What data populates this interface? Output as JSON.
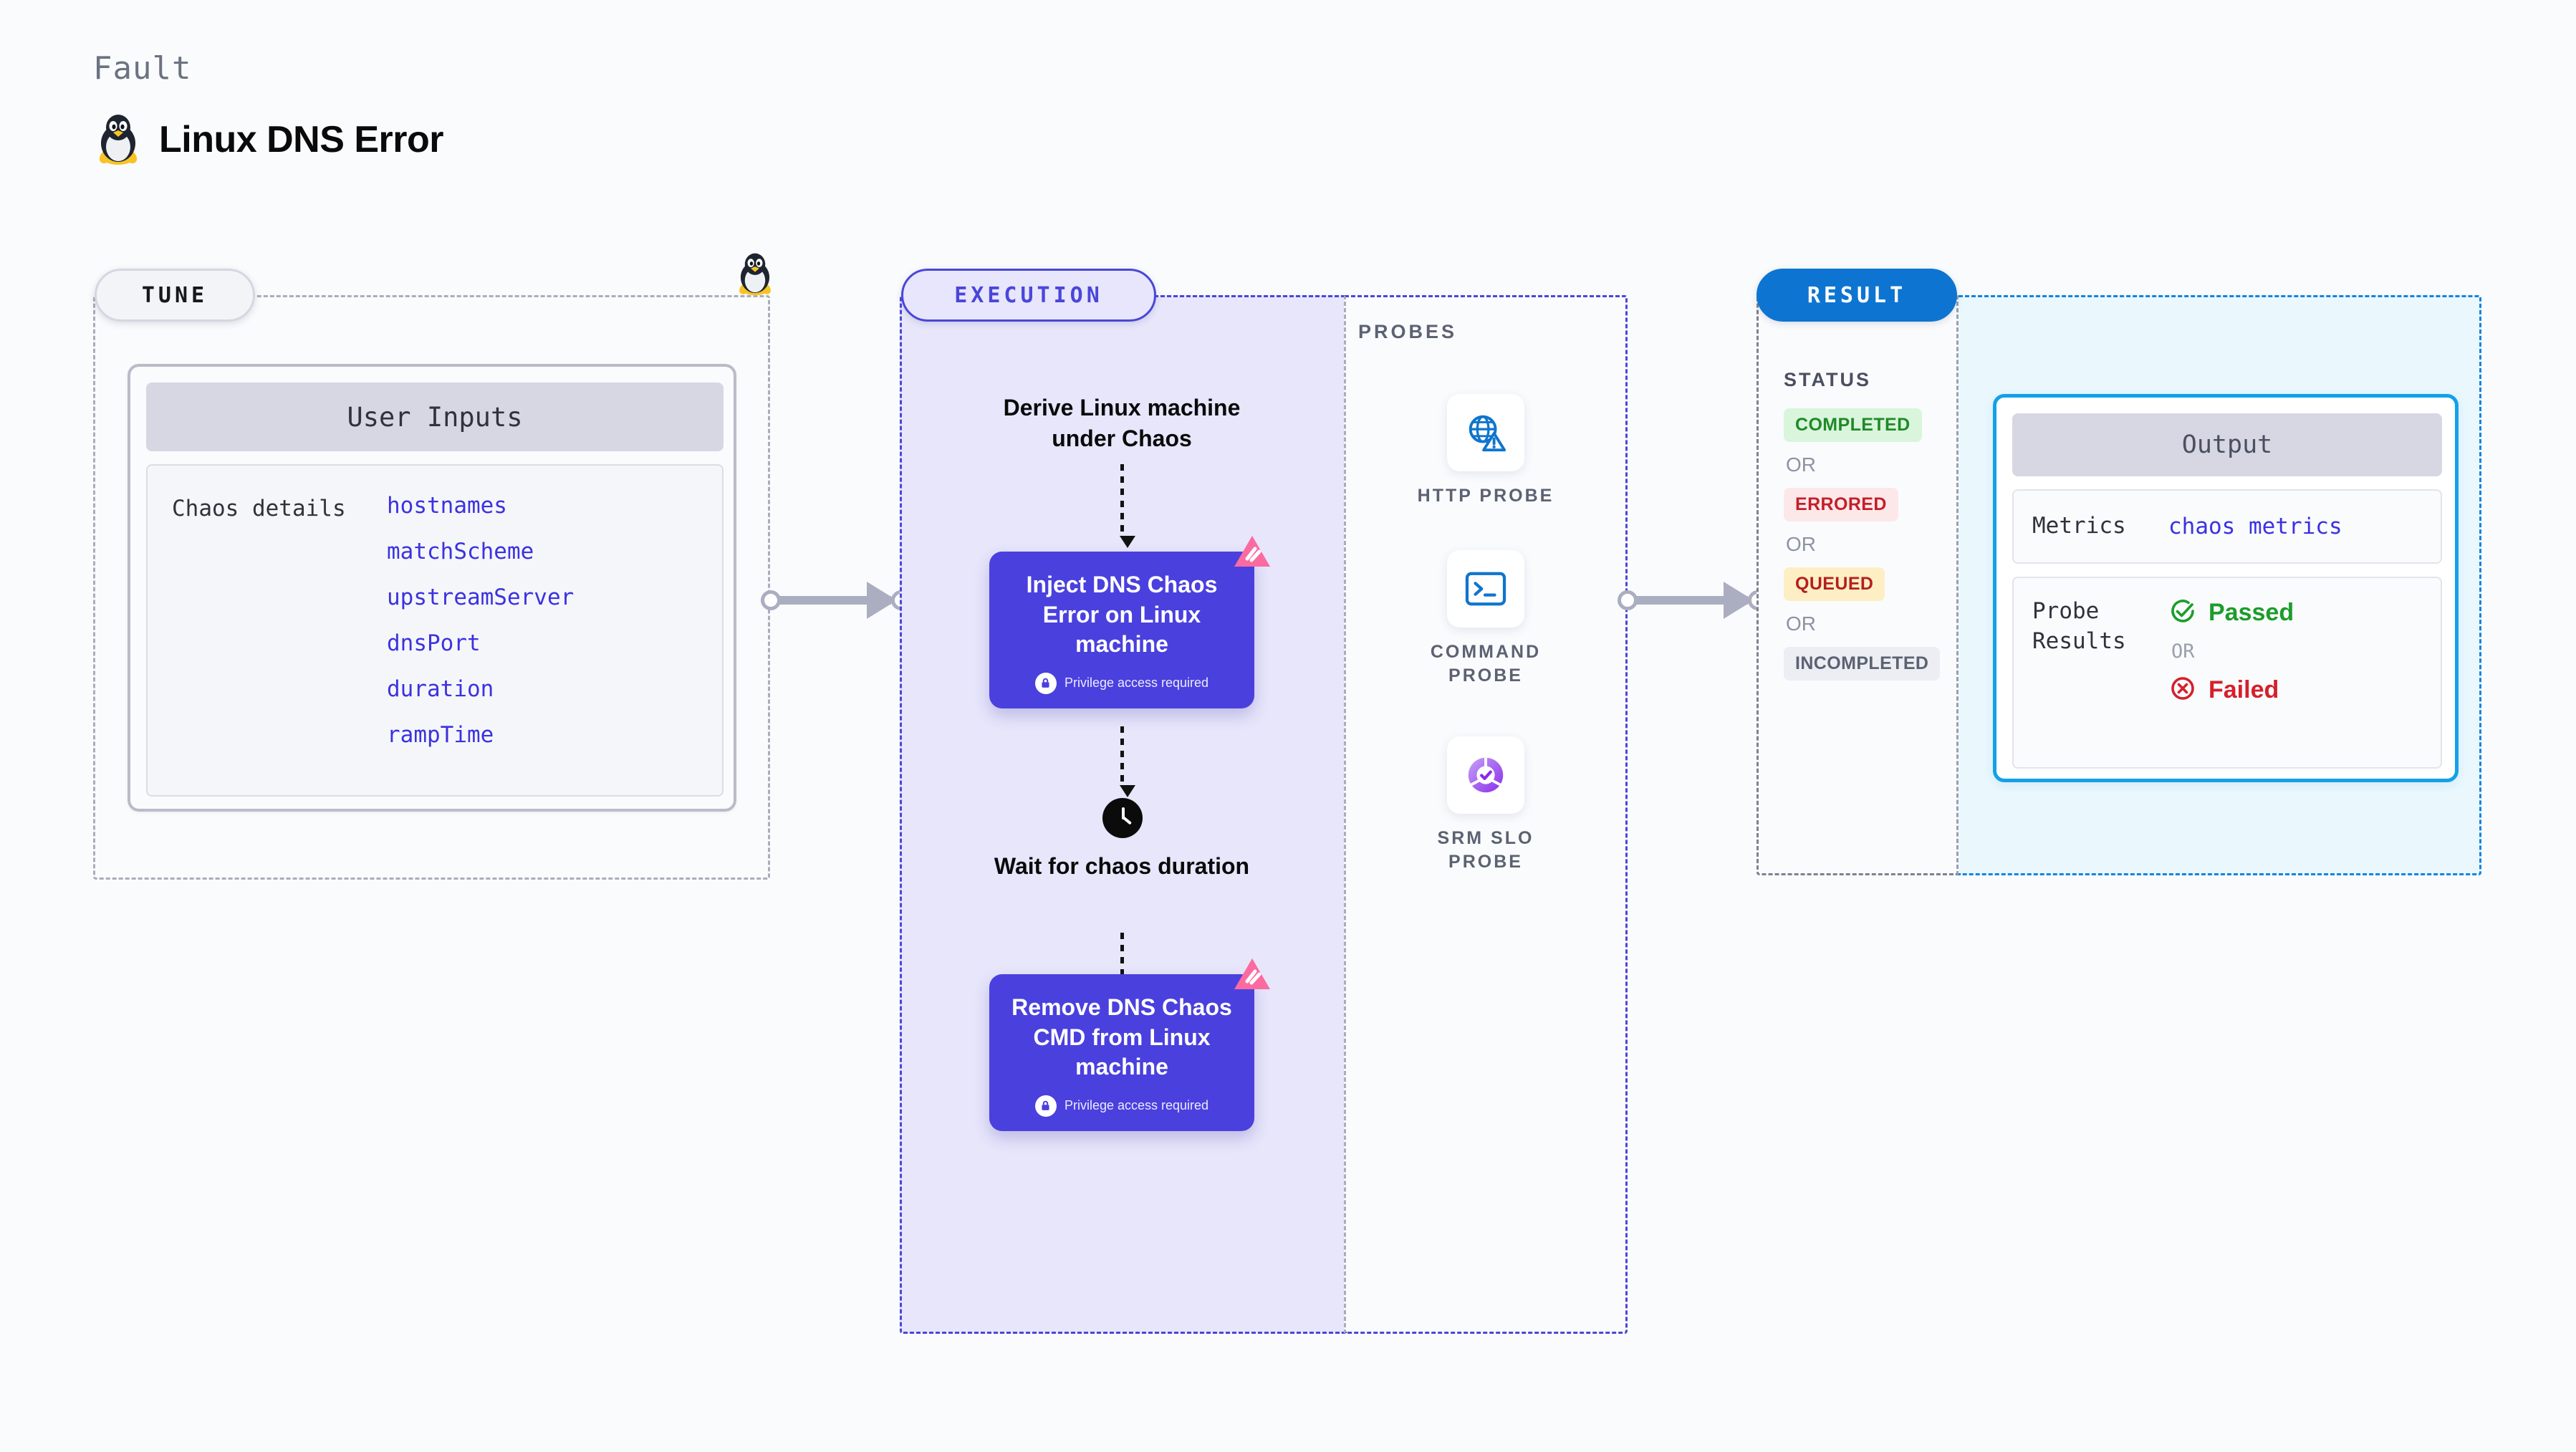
{
  "header": {
    "eyebrow": "Fault",
    "title": "Linux DNS Error",
    "icon": "tux-penguin-icon"
  },
  "tune": {
    "badge": "TUNE",
    "card_title": "User Inputs",
    "group_label": "Chaos details",
    "params": [
      "hostnames",
      "matchScheme",
      "upstreamServer",
      "dnsPort",
      "duration",
      "rampTime"
    ]
  },
  "execution": {
    "badge": "EXECUTION",
    "step_derive": "Derive Linux machine under Chaos",
    "card_inject": {
      "title": "Inject DNS Chaos Error on Linux machine",
      "privilege": "Privilege access required"
    },
    "step_wait": "Wait for chaos duration",
    "card_remove": {
      "title": "Remove DNS Chaos CMD from Linux machine",
      "privilege": "Privilege access required"
    }
  },
  "probes": {
    "label": "PROBES",
    "items": [
      {
        "label": "HTTP PROBE",
        "icon": "globe-warning-icon"
      },
      {
        "label": "COMMAND PROBE",
        "icon": "terminal-icon"
      },
      {
        "label": "SRM SLO PROBE",
        "icon": "slo-gauge-check-icon"
      }
    ]
  },
  "result": {
    "badge": "RESULT",
    "status_label": "STATUS",
    "or_text": "OR",
    "statuses": [
      {
        "label": "COMPLETED",
        "fg": "#1f8a27",
        "bg": "#d9f5dc"
      },
      {
        "label": "ERRORED",
        "fg": "#c21f2a",
        "bg": "#fde8e9"
      },
      {
        "label": "QUEUED",
        "fg": "#b3201f",
        "bg": "#fdeec4"
      },
      {
        "label": "INCOMPLETED",
        "fg": "#5b6272",
        "bg": "#eceef3"
      }
    ],
    "output": {
      "title": "Output",
      "metrics_key": "Metrics",
      "metrics_value": "chaos metrics",
      "probe_key": "Probe Results",
      "passed": "Passed",
      "failed": "Failed",
      "or_text": "OR"
    }
  },
  "colors": {
    "indigo": "#4b46d8",
    "card_purple": "#4a40de",
    "result_blue": "#0d75d1",
    "output_cyan": "#12a1e8",
    "litmus_pink": "#fb6aa0",
    "param_blue": "#3b32e0"
  }
}
